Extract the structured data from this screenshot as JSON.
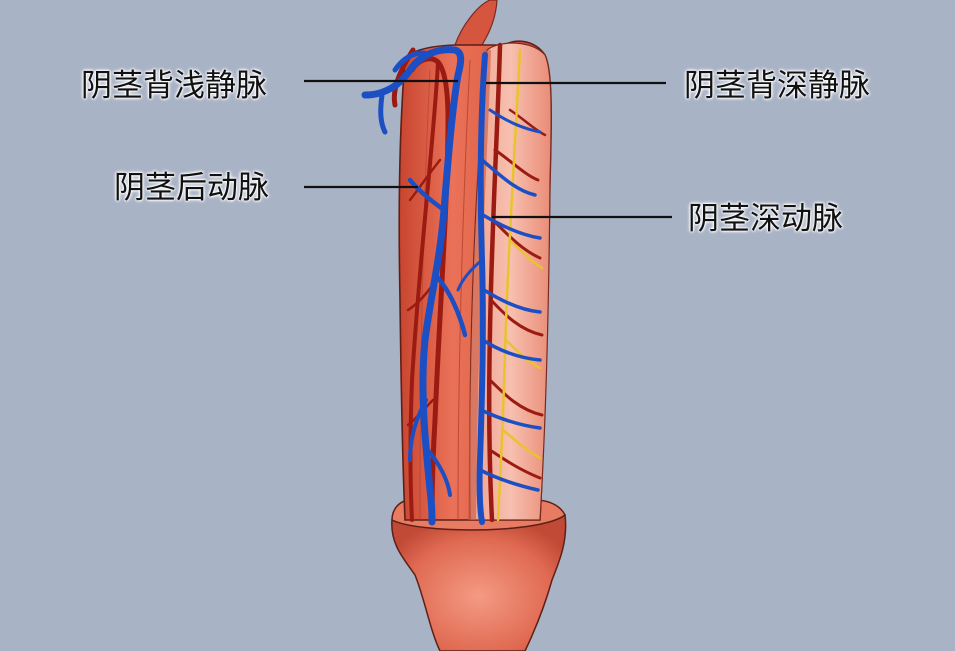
{
  "labels": {
    "superficial_dorsal_vein": "阴茎背浅静脉",
    "deep_dorsal_vein": "阴茎背深静脉",
    "posterior_artery": "阴茎后动脉",
    "deep_artery": "阴茎深动脉"
  },
  "colors": {
    "background": "#a9b3c6",
    "tissue": "#e2644d",
    "tissue_dark": "#b93d2c",
    "tissue_light": "#f3ad9c",
    "artery": "#9b1b12",
    "vein": "#1d4fc4",
    "nerve": "#e9c32e",
    "leader_line": "#111111"
  }
}
